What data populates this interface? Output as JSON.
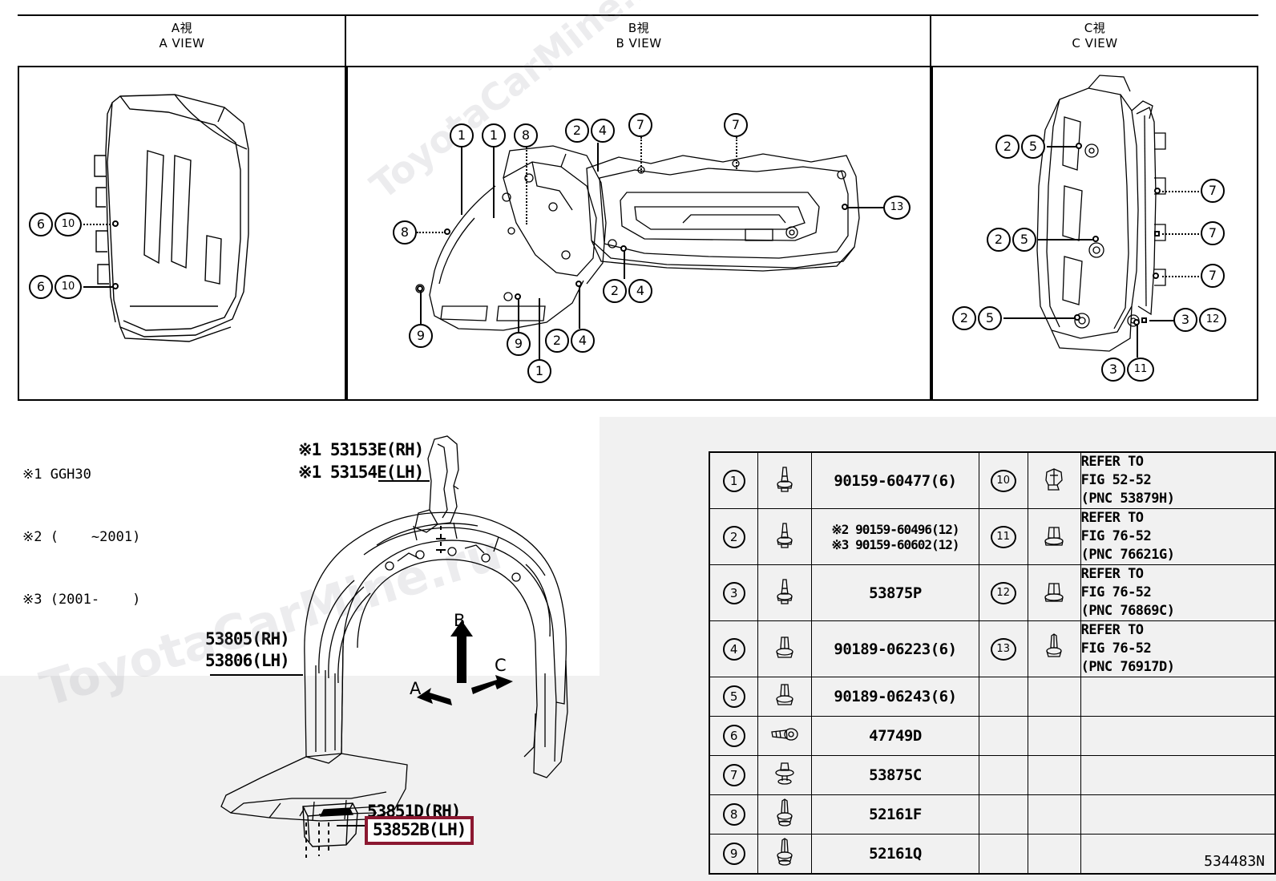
{
  "views": [
    {
      "id": "a",
      "jp": "A視",
      "en": "A VIEW"
    },
    {
      "id": "b",
      "jp": "B視",
      "en": "B VIEW"
    },
    {
      "id": "c",
      "jp": "C視",
      "en": "C VIEW"
    }
  ],
  "notes": [
    "※1 GGH30",
    "※2 (    ~2001)",
    "※3 (2001-    )"
  ],
  "part_labels": {
    "pillar_rh": "※1 53153E(RH)",
    "pillar_lh": "※1 53154E(LH)",
    "liner_rh": "53805(RH)",
    "liner_lh": "53806(LH)",
    "seal_rh": "53851D(RH)",
    "seal_lh_highlighted": "53852B(LH)"
  },
  "direction_arrows": [
    "A",
    "B",
    "C"
  ],
  "view_a_callouts": [
    {
      "num": "6",
      "num2": "10"
    },
    {
      "num": "6",
      "num2": "10"
    }
  ],
  "view_b_callouts": [
    "1",
    "1",
    "8",
    "2",
    "4",
    "7",
    "7",
    "13",
    "8",
    "9",
    "9",
    "1",
    "2",
    "4",
    "2",
    "4"
  ],
  "view_c_callouts": [
    "2",
    "5",
    "2",
    "5",
    "2",
    "5",
    "7",
    "7",
    "7",
    "3",
    "12",
    "3",
    "11"
  ],
  "parts_table": {
    "left_column": [
      {
        "no": "1",
        "name": "90159-60477(6)",
        "icon": "screw-grommet-icon",
        "multiline": false
      },
      {
        "no": "2",
        "name": "※2 90159-60496(12)\n※3 90159-60602(12)",
        "icon": "screw-grommet-icon",
        "multiline": true
      },
      {
        "no": "3",
        "name": "53875P",
        "icon": "screw-grommet-icon",
        "multiline": false
      },
      {
        "no": "4",
        "name": "90189-06223(6)",
        "icon": "push-rivet-icon",
        "multiline": false
      },
      {
        "no": "5",
        "name": "90189-06243(6)",
        "icon": "push-rivet-icon",
        "multiline": false
      },
      {
        "no": "6",
        "name": "47749D",
        "icon": "bolt-side-icon",
        "multiline": false
      },
      {
        "no": "7",
        "name": "53875C",
        "icon": "flange-clip-icon",
        "multiline": false
      },
      {
        "no": "8",
        "name": "52161F",
        "icon": "pin-clip-icon",
        "multiline": false
      },
      {
        "no": "9",
        "name": "52161Q",
        "icon": "pin-clip-icon",
        "multiline": false
      }
    ],
    "right_column": [
      {
        "no": "10",
        "name": "REFER TO\nFIG 52-52\n(PNC 53879H)",
        "icon": "bracket-clip-icon"
      },
      {
        "no": "11",
        "name": "REFER TO\nFIG 76-52\n(PNC 76621G)",
        "icon": "block-clip-icon"
      },
      {
        "no": "12",
        "name": "REFER TO\nFIG 76-52\n(PNC 76869C)",
        "icon": "block-clip-icon"
      },
      {
        "no": "13",
        "name": "REFER TO\nFIG 76-52\n(PNC 76917D)",
        "icon": "pin-clip-icon"
      }
    ]
  },
  "diagram_id": "534483N",
  "watermark": {
    "top": "ToyotaCarMine.ru",
    "bottom": "ToyotaCarMine.ru"
  },
  "colors": {
    "background": "#f1f1f1",
    "panel": "#ffffff",
    "line": "#000000",
    "highlight": "#8b1831"
  }
}
